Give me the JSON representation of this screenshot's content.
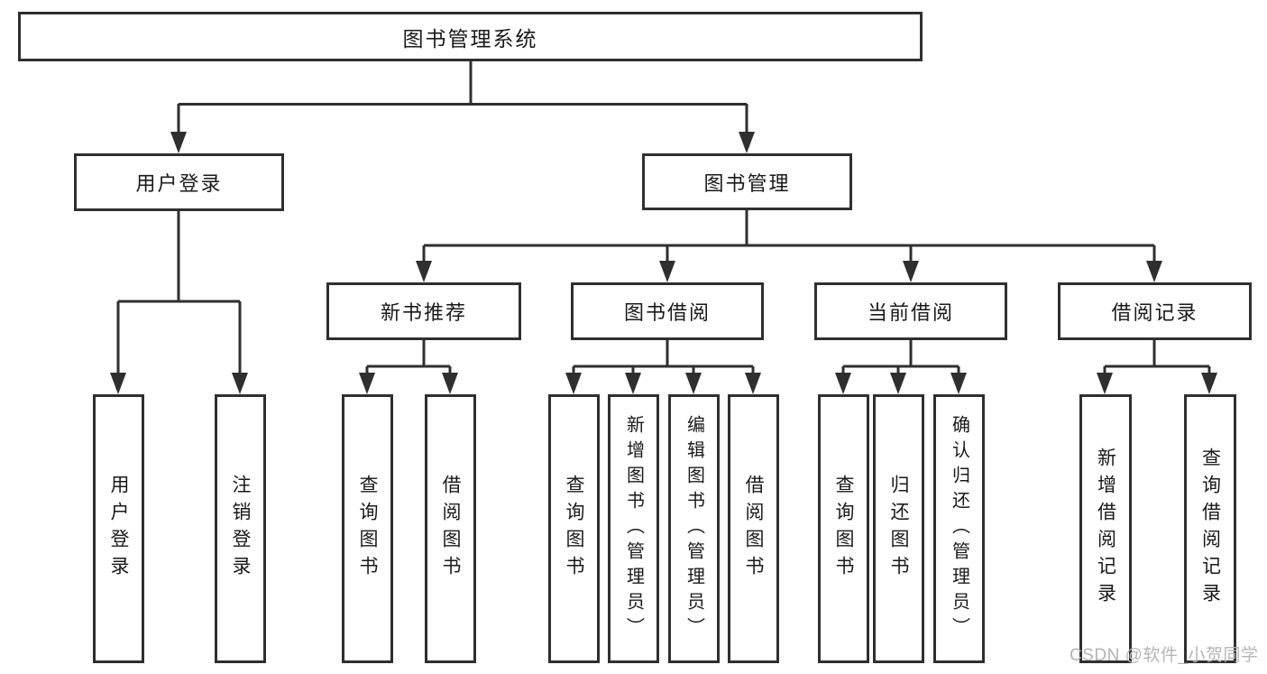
{
  "tree": {
    "label": "图书管理系统",
    "children": [
      {
        "label": "用户登录",
        "children": [
          {
            "label": "用户登录"
          },
          {
            "label": "注销登录"
          }
        ]
      },
      {
        "label": "图书管理",
        "children": [
          {
            "label": "新书推荐",
            "children": [
              {
                "label": "查询图书"
              },
              {
                "label": "借阅图书"
              }
            ]
          },
          {
            "label": "图书借阅",
            "children": [
              {
                "label": "查询图书"
              },
              {
                "label": "新增图书（管理员）"
              },
              {
                "label": "编辑图书（管理员）"
              },
              {
                "label": "借阅图书"
              }
            ]
          },
          {
            "label": "当前借阅",
            "children": [
              {
                "label": "查询图书"
              },
              {
                "label": "归还图书"
              },
              {
                "label": "确认归还（管理员）"
              }
            ]
          },
          {
            "label": "借阅记录",
            "children": [
              {
                "label": "新增借阅记录"
              },
              {
                "label": "查询借阅记录"
              }
            ]
          }
        ]
      }
    ]
  },
  "watermark": {
    "text": "CSDN @软件_小贺同学"
  },
  "colors": {
    "line": "#2f2f2f",
    "box_border": "#2f2f2f",
    "text": "#1a1a1a",
    "background": "#ffffff",
    "watermark": "#b5b5b5"
  }
}
